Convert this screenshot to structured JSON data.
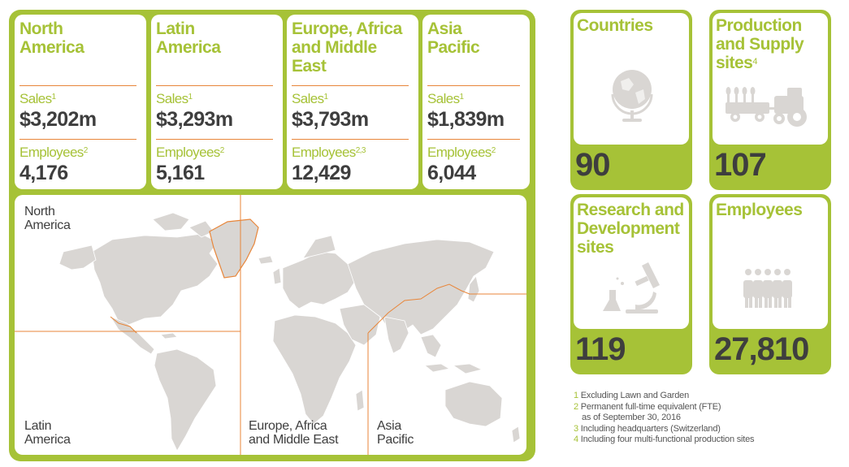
{
  "regions": [
    {
      "name": "North America",
      "sales_label": "Sales",
      "sales_note": "1",
      "sales": "$3,202m",
      "emp_label": "Employees",
      "emp_note": "2",
      "employees": "4,176"
    },
    {
      "name": "Latin America",
      "sales_label": "Sales",
      "sales_note": "1",
      "sales": "$3,293m",
      "emp_label": "Employees",
      "emp_note": "2",
      "employees": "5,161"
    },
    {
      "name": "Europe, Africa and Middle East",
      "sales_label": "Sales",
      "sales_note": "1",
      "sales": "$3,793m",
      "emp_label": "Employees",
      "emp_note": "2,3",
      "employees": "12,429"
    },
    {
      "name": "Asia Pacific",
      "sales_label": "Sales",
      "sales_note": "1",
      "sales": "$1,839m",
      "emp_label": "Employees",
      "emp_note": "2",
      "employees": "6,044"
    }
  ],
  "map": {
    "north_america": "North\nAmerica",
    "latin_america": "Latin\nAmerica",
    "emea": "Europe, Africa\nand Middle East",
    "asia_pacific": "Asia\nPacific"
  },
  "stats": [
    {
      "title": "Countries",
      "note": "",
      "value": "90",
      "icon": "globe-icon"
    },
    {
      "title": "Production and Supply sites",
      "note": "4",
      "value": "107",
      "icon": "tractor-icon"
    },
    {
      "title": "Research and Development sites",
      "note": "",
      "value": "119",
      "icon": "microscope-icon"
    },
    {
      "title": "Employees",
      "note": "",
      "value": "27,810",
      "icon": "people-icon"
    }
  ],
  "footnotes": [
    {
      "num": "1",
      "text": "Excluding Lawn and Garden"
    },
    {
      "num": "2",
      "text": "Permanent full-time equivalent (FTE)"
    },
    {
      "num": "",
      "text": "as of September 30, 2016"
    },
    {
      "num": "3",
      "text": "Including headquarters (Switzerland)"
    },
    {
      "num": "4",
      "text": "Including four multi-functional production sites"
    }
  ],
  "colors": {
    "accent_green": "#a6c237",
    "accent_orange": "#e8863a",
    "land_gray": "#d9d6d3",
    "text_dark": "#3e3e3e"
  }
}
